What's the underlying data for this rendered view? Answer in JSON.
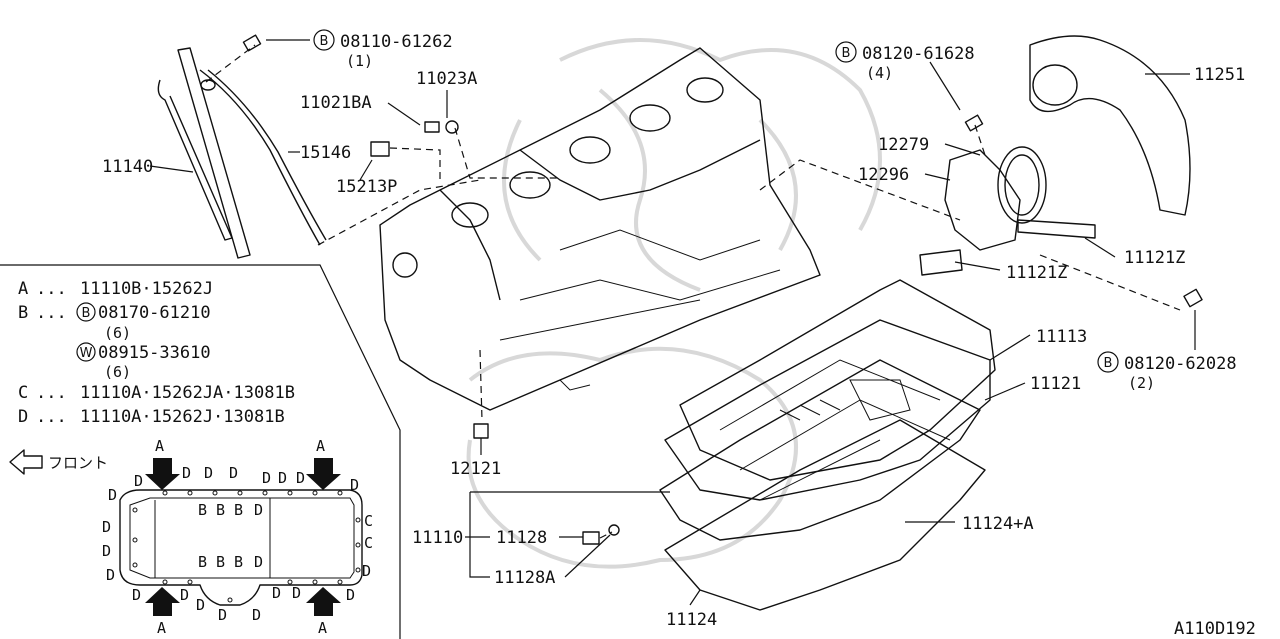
{
  "part_labels": [
    {
      "id": "p08110",
      "text": "08110-61262",
      "prefix": "B",
      "sub": "(1)"
    },
    {
      "id": "p11023A",
      "text": "11023A"
    },
    {
      "id": "p11021BA",
      "text": "11021BA"
    },
    {
      "id": "p15146",
      "text": "15146"
    },
    {
      "id": "p11140",
      "text": "11140"
    },
    {
      "id": "p15213P",
      "text": "15213P"
    },
    {
      "id": "p08120a",
      "text": "08120-61628",
      "prefix": "B",
      "sub": "(4)"
    },
    {
      "id": "p11251",
      "text": "11251"
    },
    {
      "id": "p12279",
      "text": "12279"
    },
    {
      "id": "p12296",
      "text": "12296"
    },
    {
      "id": "p11121Z1",
      "text": "11121Z"
    },
    {
      "id": "p11121Z2",
      "text": "11121Z"
    },
    {
      "id": "p11113",
      "text": "11113"
    },
    {
      "id": "p08120b",
      "text": "08120-62028",
      "prefix": "B",
      "sub": "(2)"
    },
    {
      "id": "p11121",
      "text": "11121"
    },
    {
      "id": "p12121",
      "text": "12121"
    },
    {
      "id": "p11110",
      "text": "11110"
    },
    {
      "id": "p11128",
      "text": "11128"
    },
    {
      "id": "p11124A",
      "text": "11124+A"
    },
    {
      "id": "p11128A",
      "text": "11128A"
    },
    {
      "id": "p11124",
      "text": "11124"
    }
  ],
  "legend": {
    "rows": [
      {
        "key": "A",
        "text": "11110B·15262J"
      },
      {
        "key": "B",
        "text": "08170-61210",
        "prefix": "B",
        "sub": "(6)"
      },
      {
        "key": "",
        "text": "08915-33610",
        "prefix": "W",
        "sub": "(6)"
      },
      {
        "key": "C",
        "text": "11110A·15262JA·13081B"
      },
      {
        "key": "D",
        "text": "11110A·15262J·13081B"
      }
    ],
    "front_label": "フロント",
    "markers": {
      "A": "A",
      "B": "B",
      "C": "C",
      "D": "D"
    }
  },
  "diagram_code": "A110D192"
}
